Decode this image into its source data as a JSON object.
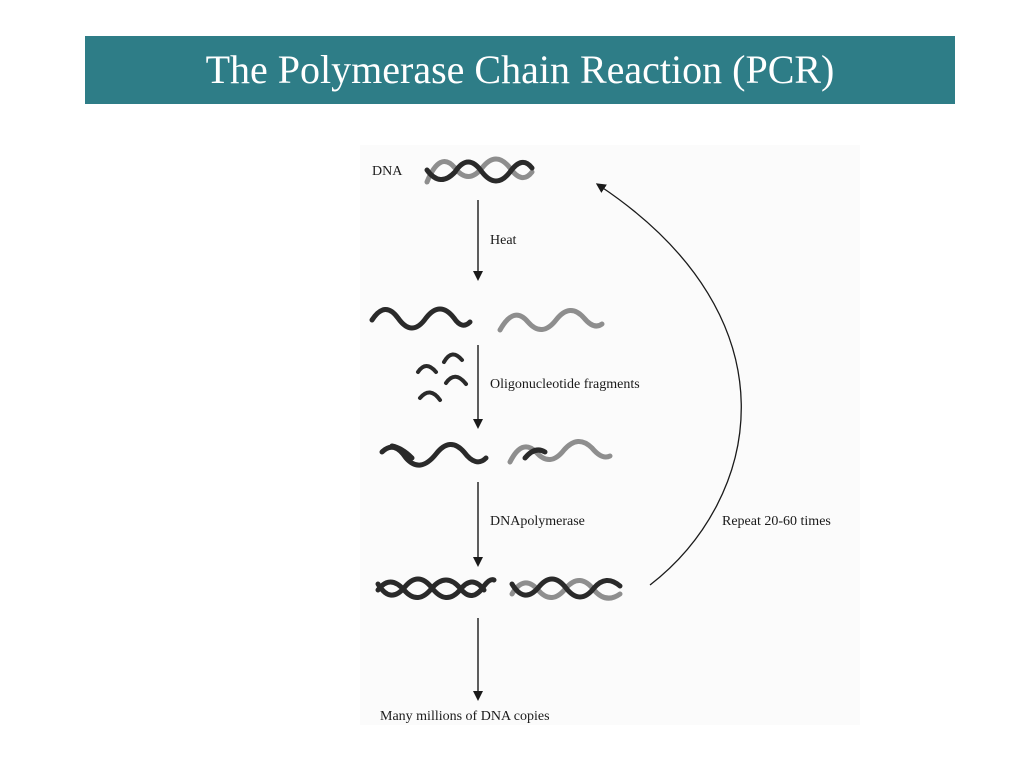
{
  "slide": {
    "title": "The Polymerase Chain Reaction (PCR)",
    "title_bar_color": "#2e7d87"
  },
  "diagram": {
    "dna_label": "DNA",
    "steps": [
      {
        "label": "Heat"
      },
      {
        "label": "Oligonucleotide fragments"
      },
      {
        "label": "DNApolymerase"
      }
    ],
    "result_label": "Many millions of DNA copies",
    "cycle_label": "Repeat 20-60 times",
    "strand_colors": {
      "dark": "#2a2a2a",
      "light": "#8e8e8e"
    }
  }
}
